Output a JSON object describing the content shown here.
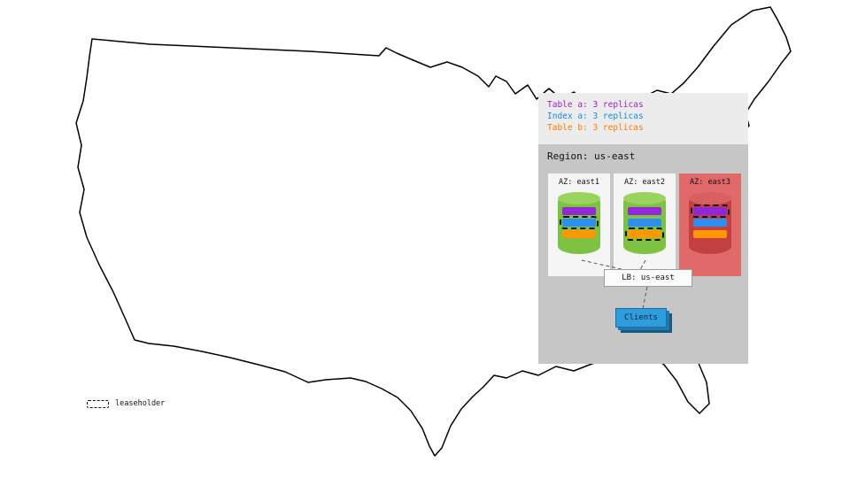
{
  "legend": {
    "items": [
      {
        "label": "Table a: 3 replicas",
        "color": "#a020c0"
      },
      {
        "label": "Index a: 3 replicas",
        "color": "#1e88e5"
      },
      {
        "label": "Table b: 3 replicas",
        "color": "#f57c00"
      }
    ]
  },
  "region": {
    "title": "Region: us-east"
  },
  "azs": [
    {
      "label": "AZ: east1",
      "status": "healthy",
      "leaseholder": "index_a"
    },
    {
      "label": "AZ: east2",
      "status": "healthy",
      "leaseholder": "table_b"
    },
    {
      "label": "AZ: east3",
      "status": "down",
      "leaseholder": "table_a"
    }
  ],
  "lb": {
    "label": "LB: us-east"
  },
  "clients": {
    "label": "Clients"
  },
  "map_legend": {
    "leaseholder_label": "leaseholder"
  },
  "colors": {
    "table_a_replica": "#9327d8",
    "index_a_replica": "#2e8ff2",
    "table_b_replica": "#ff9800",
    "healthy_node": "#7dc242",
    "down_node": "#c44040",
    "down_az_bg": "#e06a6a",
    "region_bg": "#c6c6c6",
    "legend_bg": "#ececec",
    "clients_box": "#2f9ddb"
  }
}
